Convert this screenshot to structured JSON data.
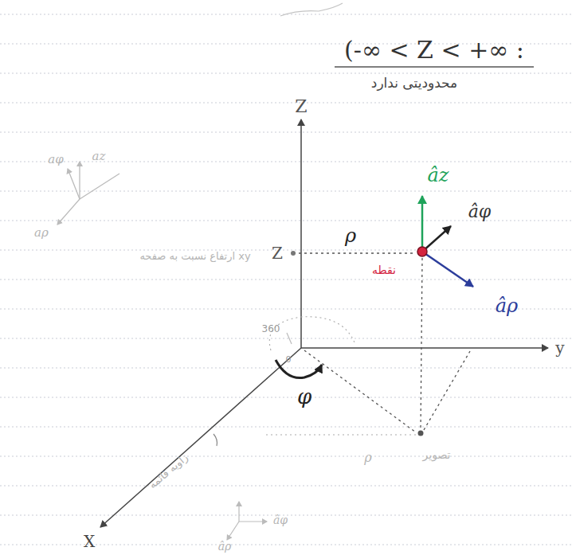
{
  "diagram": {
    "labels": [
      "(-∞ < Z < +∞ :",
      "محدودیتی ندارد",
      "Z",
      "aφ",
      "az",
      "aρ",
      "âz",
      "âφ",
      "âρ",
      "Z",
      "ρ",
      "نقطه",
      "ارتفاع نسبت به صفحه xy",
      "y",
      "360",
      "0",
      "φ",
      "ρ",
      "تصویر",
      "X",
      "زاویه قائمه",
      "âρ",
      "âφ"
    ]
  }
}
